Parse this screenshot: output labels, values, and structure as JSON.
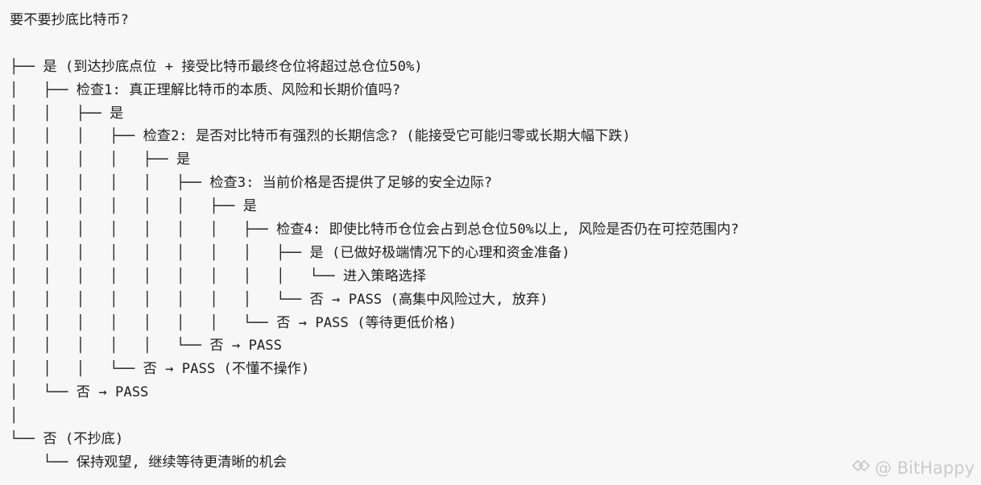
{
  "title": "要不要抄底比特币?",
  "tree_lines": [
    "├── 是 (到达抄底点位 + 接受比特币最终仓位将超过总仓位50%)",
    "│   ├── 检查1: 真正理解比特币的本质、风险和长期价值吗?",
    "│   │   ├── 是",
    "│   │   │   ├── 检查2: 是否对比特币有强烈的长期信念? (能接受它可能归零或长期大幅下跌)",
    "│   │   │   │   ├── 是",
    "│   │   │   │   │   ├── 检查3: 当前价格是否提供了足够的安全边际?",
    "│   │   │   │   │   │   ├── 是",
    "│   │   │   │   │   │   │   ├── 检查4: 即使比特币仓位会占到总仓位50%以上, 风险是否仍在可控范围内?",
    "│   │   │   │   │   │   │   │   ├── 是 (已做好极端情况下的心理和资金准备)",
    "│   │   │   │   │   │   │   │   │   └── 进入策略选择",
    "│   │   │   │   │   │   │   │   └── 否 → PASS (高集中风险过大, 放弃)",
    "│   │   │   │   │   │   │   └── 否 → PASS (等待更低价格)",
    "│   │   │   │   │   └── 否 → PASS",
    "│   │   │   └── 否 → PASS (不懂不操作)",
    "│   └── 否 → PASS",
    "│",
    "└── 否 (不抄底)",
    "    └── 保持观望, 继续等待更清晰的机会"
  ],
  "watermark": {
    "text": "@ BitHappy",
    "icon": "bithappy-logo-icon"
  }
}
